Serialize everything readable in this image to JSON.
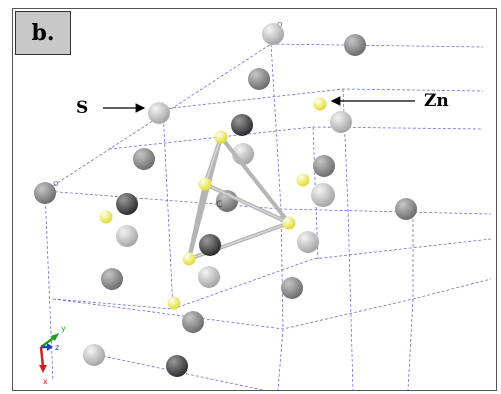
{
  "panel_label": "b.",
  "annotations": {
    "s_label": "S",
    "zn_label": "Zn"
  },
  "cell_origin_labels": [
    "o",
    "o"
  ],
  "center_atom_label": "C",
  "axes_triad": {
    "x": "x",
    "y": "y",
    "z": "z",
    "x_color": "#d42020",
    "y_color": "#20a020",
    "z_color": "#2040d0"
  },
  "colors": {
    "zinc": "#f2ee58",
    "sulfur_light": "#c0c0c0",
    "sulfur_mid": "#8e8e8e",
    "sulfur_dark": "#505050",
    "cell_edge": "#6f6fd8",
    "bond": "#b5b5b5"
  }
}
